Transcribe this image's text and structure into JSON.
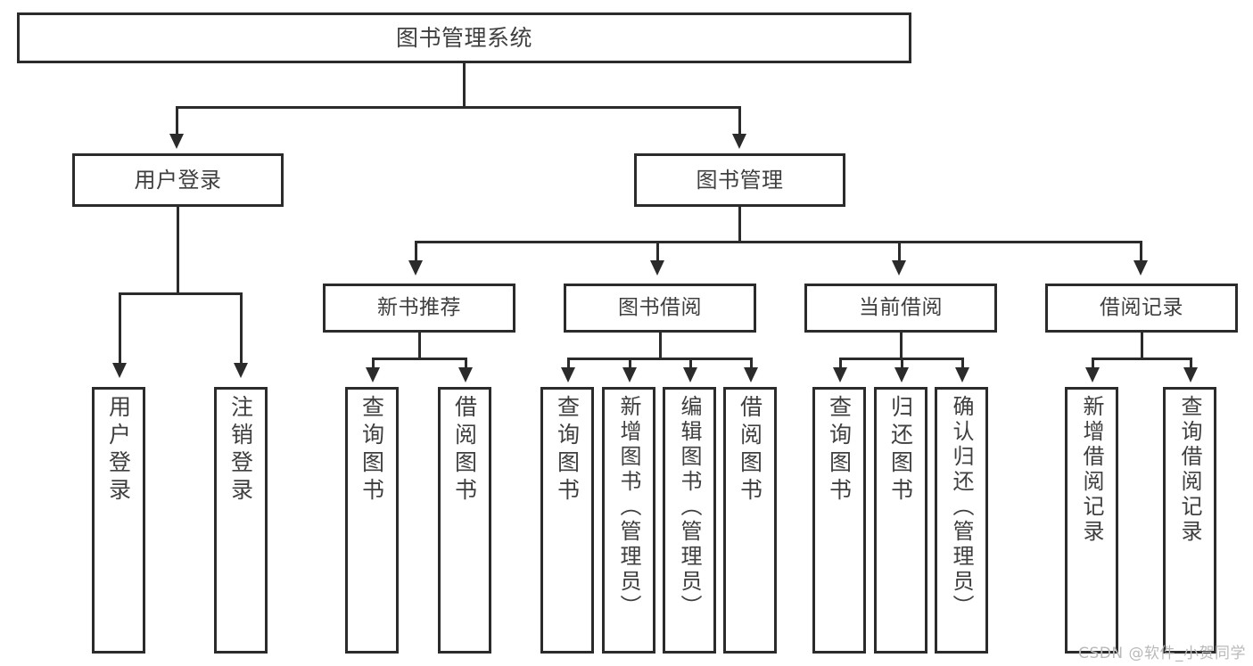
{
  "diagram": {
    "type": "tree",
    "title": "图书管理系统",
    "watermark": "CSDN @软件_小贺同学",
    "colors": {
      "box_border": "#2b2b2b",
      "box_fill": "#ffffff",
      "text": "#3f3f3f",
      "connector": "#2b2b2b",
      "watermark": "#b9b9b9",
      "background": "#ffffff"
    },
    "root": {
      "label": "图书管理系统"
    },
    "level2": [
      {
        "label": "用户登录"
      },
      {
        "label": "图书管理"
      }
    ],
    "level3": [
      {
        "label": "新书推荐"
      },
      {
        "label": "图书借阅"
      },
      {
        "label": "当前借阅"
      },
      {
        "label": "借阅记录"
      }
    ],
    "leaves": {
      "user_login": [
        {
          "label": "用户登录"
        },
        {
          "label": "注销登录"
        }
      ],
      "new_book_recommend": [
        {
          "label": "查询图书"
        },
        {
          "label": "借阅图书"
        }
      ],
      "book_borrow": [
        {
          "label": "查询图书"
        },
        {
          "label": "新增图书（管理员）"
        },
        {
          "label": "编辑图书（管理员）"
        },
        {
          "label": "借阅图书"
        }
      ],
      "current_borrow": [
        {
          "label": "查询图书"
        },
        {
          "label": "归还图书"
        },
        {
          "label": "确认归还（管理员）"
        }
      ],
      "borrow_record": [
        {
          "label": "新增借阅记录"
        },
        {
          "label": "查询借阅记录"
        }
      ]
    }
  }
}
